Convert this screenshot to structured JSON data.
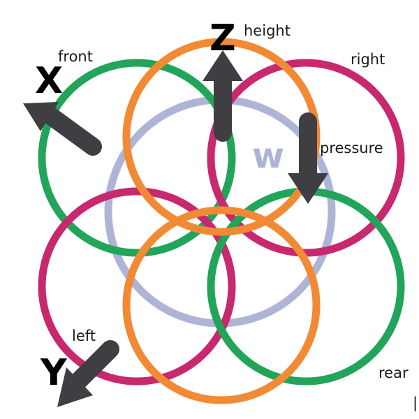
{
  "colors": {
    "front": "#22a55a",
    "rear": "#22a55a",
    "right": "#c8286e",
    "left": "#c8286e",
    "height": "#f28a35",
    "pressure": "#f28a35",
    "w": "#aeb4d6",
    "arrow": "#3f3f43"
  },
  "axes": {
    "x": "X",
    "y": "Y",
    "z": "Z"
  },
  "w_label": "w",
  "labels": {
    "front": "front",
    "height": "height",
    "right": "right",
    "pressure": "pressure",
    "left": "left",
    "rear": "rear"
  },
  "edge_mark": "|"
}
